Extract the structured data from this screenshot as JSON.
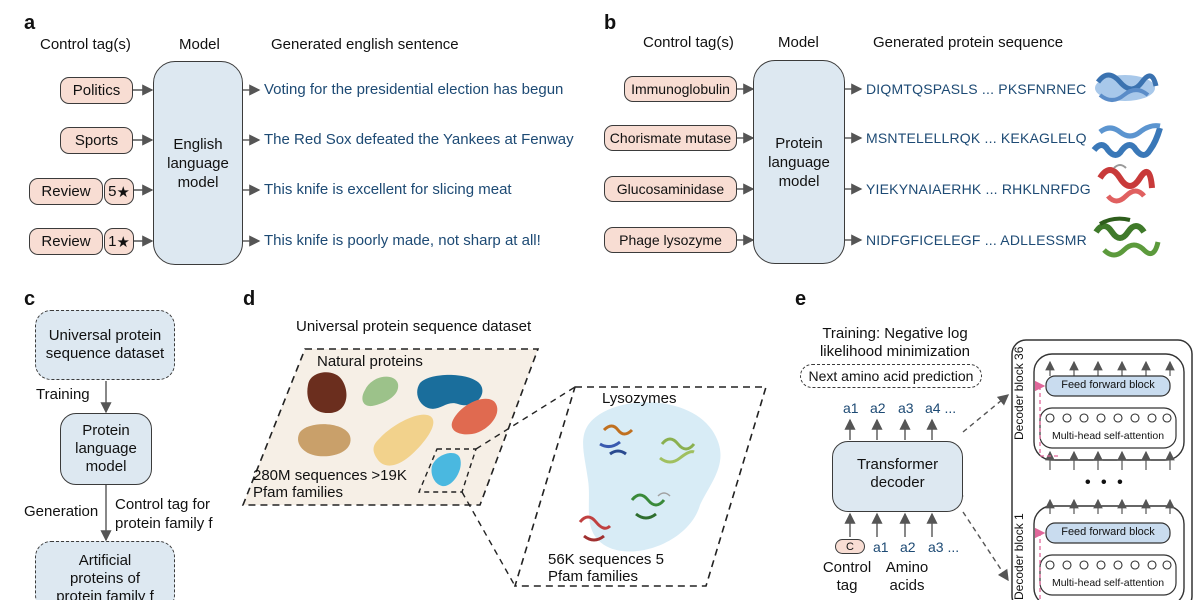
{
  "panel_a": {
    "label": "a",
    "headers": {
      "control": "Control tag(s)",
      "model": "Model",
      "output": "Generated english sentence"
    },
    "tags": [
      "Politics",
      "Sports",
      "Review",
      "Review"
    ],
    "ratings": [
      "5",
      "1"
    ],
    "model_label": "English language model",
    "sentences": [
      "Voting for the presidential election has begun",
      "The Red Sox defeated the Yankees at Fenway",
      "This knife is excellent for slicing meat",
      "This knife is poorly made, not sharp at all!"
    ]
  },
  "panel_b": {
    "label": "b",
    "headers": {
      "control": "Control tag(s)",
      "model": "Model",
      "output": "Generated protein sequence"
    },
    "tags": [
      "Immunoglobulin",
      "Chorismate mutase",
      "Glucosaminidase",
      "Phage lysozyme"
    ],
    "model_label": "Protein language model",
    "sequences": [
      "DIQMTQSPASLS ... PKSFNRNEC",
      "MSNTELELLRQK ... KEKAGLELQ",
      "YIEKYNAIAERHK ... RHKLNRFDG",
      "NIDFGFICELEGF ... ADLLESSMR"
    ],
    "structure_colors": [
      "#4a86c8",
      "#3a78b8",
      "#c83a3a",
      "#3f7a2a"
    ]
  },
  "panel_c": {
    "label": "c",
    "dataset": "Universal protein sequence dataset",
    "training": "Training",
    "model": "Protein language model",
    "generation": "Generation",
    "control_tag": "Control tag for protein family f",
    "output": "Artificial proteins of protein family f"
  },
  "panel_d": {
    "label": "d",
    "title": "Universal protein sequence dataset",
    "natural": "Natural proteins",
    "counts": "280M sequences >19K Pfam families",
    "lysozymes": "Lysozymes",
    "lyso_counts": "56K sequences 5 Pfam families",
    "blob_colors": [
      "#6b2e1e",
      "#9cc28a",
      "#1a6e9c",
      "#e06a50",
      "#c9a06a",
      "#f2d28c",
      "#4ab8e0"
    ]
  },
  "panel_e": {
    "label": "e",
    "training": "Training: Negative log likelihood minimization",
    "objective": "Next amino acid prediction",
    "outputs": [
      "a1",
      "a2",
      "a3",
      "a4 ..."
    ],
    "decoder": "Transformer decoder",
    "inputs": [
      "C",
      "a1",
      "a2",
      "a3 ..."
    ],
    "control_tag": "Control tag",
    "amino_acids": "Amino acids",
    "block_top": "Decoder block 36",
    "block_bottom": "Decoder block 1",
    "ff": "Feed forward block",
    "mhsa": "Multi-head self-attention",
    "ellipsis": "• • •"
  }
}
